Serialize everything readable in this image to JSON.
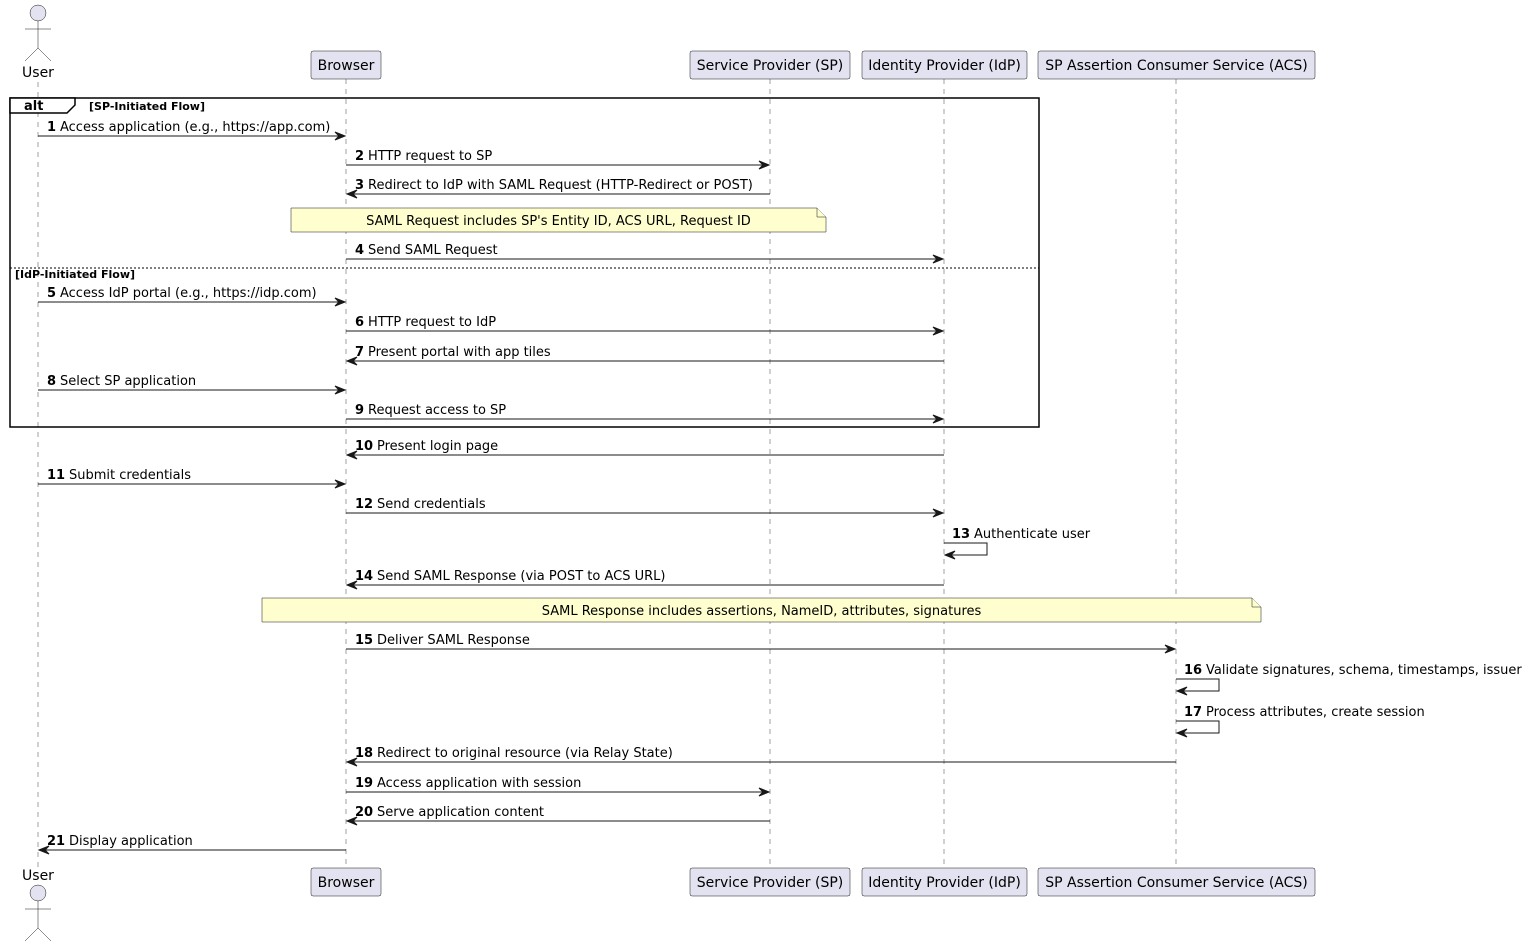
{
  "participants": [
    {
      "id": "user",
      "label": "User",
      "type": "actor"
    },
    {
      "id": "browser",
      "label": "Browser",
      "type": "box"
    },
    {
      "id": "sp",
      "label": "Service Provider (SP)",
      "type": "box"
    },
    {
      "id": "idp",
      "label": "Identity Provider (IdP)",
      "type": "box"
    },
    {
      "id": "acs",
      "label": "SP Assertion Consumer Service (ACS)",
      "type": "box"
    }
  ],
  "alt": {
    "keyword": "alt",
    "sections": [
      {
        "condition": "[SP-Initiated Flow]"
      },
      {
        "condition": "[IdP-Initiated Flow]"
      }
    ]
  },
  "messages": [
    {
      "num": "1",
      "text": "Access application (e.g., https://app.com)",
      "from": "user",
      "to": "browser"
    },
    {
      "num": "2",
      "text": "HTTP request to SP",
      "from": "browser",
      "to": "sp"
    },
    {
      "num": "3",
      "text": "Redirect to IdP with SAML Request (HTTP-Redirect or POST)",
      "from": "sp",
      "to": "browser"
    },
    {
      "num": "4",
      "text": "Send SAML Request",
      "from": "browser",
      "to": "idp"
    },
    {
      "num": "5",
      "text": "Access IdP portal (e.g., https://idp.com)",
      "from": "user",
      "to": "browser"
    },
    {
      "num": "6",
      "text": "HTTP request to IdP",
      "from": "browser",
      "to": "idp"
    },
    {
      "num": "7",
      "text": "Present portal with app tiles",
      "from": "idp",
      "to": "browser"
    },
    {
      "num": "8",
      "text": "Select SP application",
      "from": "user",
      "to": "browser"
    },
    {
      "num": "9",
      "text": "Request access to SP",
      "from": "browser",
      "to": "idp"
    },
    {
      "num": "10",
      "text": "Present login page",
      "from": "idp",
      "to": "browser"
    },
    {
      "num": "11",
      "text": "Submit credentials",
      "from": "user",
      "to": "browser"
    },
    {
      "num": "12",
      "text": "Send credentials",
      "from": "browser",
      "to": "idp"
    },
    {
      "num": "13",
      "text": "Authenticate user",
      "from": "idp",
      "to": "idp"
    },
    {
      "num": "14",
      "text": "Send SAML Response (via POST to ACS URL)",
      "from": "idp",
      "to": "browser"
    },
    {
      "num": "15",
      "text": "Deliver SAML Response",
      "from": "browser",
      "to": "acs"
    },
    {
      "num": "16",
      "text": "Validate signatures, schema, timestamps, issuer",
      "from": "acs",
      "to": "acs"
    },
    {
      "num": "17",
      "text": "Process attributes, create session",
      "from": "acs",
      "to": "acs"
    },
    {
      "num": "18",
      "text": "Redirect to original resource (via Relay State)",
      "from": "acs",
      "to": "browser"
    },
    {
      "num": "19",
      "text": "Access application with session",
      "from": "browser",
      "to": "sp"
    },
    {
      "num": "20",
      "text": "Serve application content",
      "from": "sp",
      "to": "browser"
    },
    {
      "num": "21",
      "text": "Display application",
      "from": "browser",
      "to": "user"
    }
  ],
  "notes": [
    {
      "text": "SAML Request includes SP's Entity ID, ACS URL, Request ID"
    },
    {
      "text": "SAML Response includes assertions, NameID, attributes, signatures"
    }
  ]
}
